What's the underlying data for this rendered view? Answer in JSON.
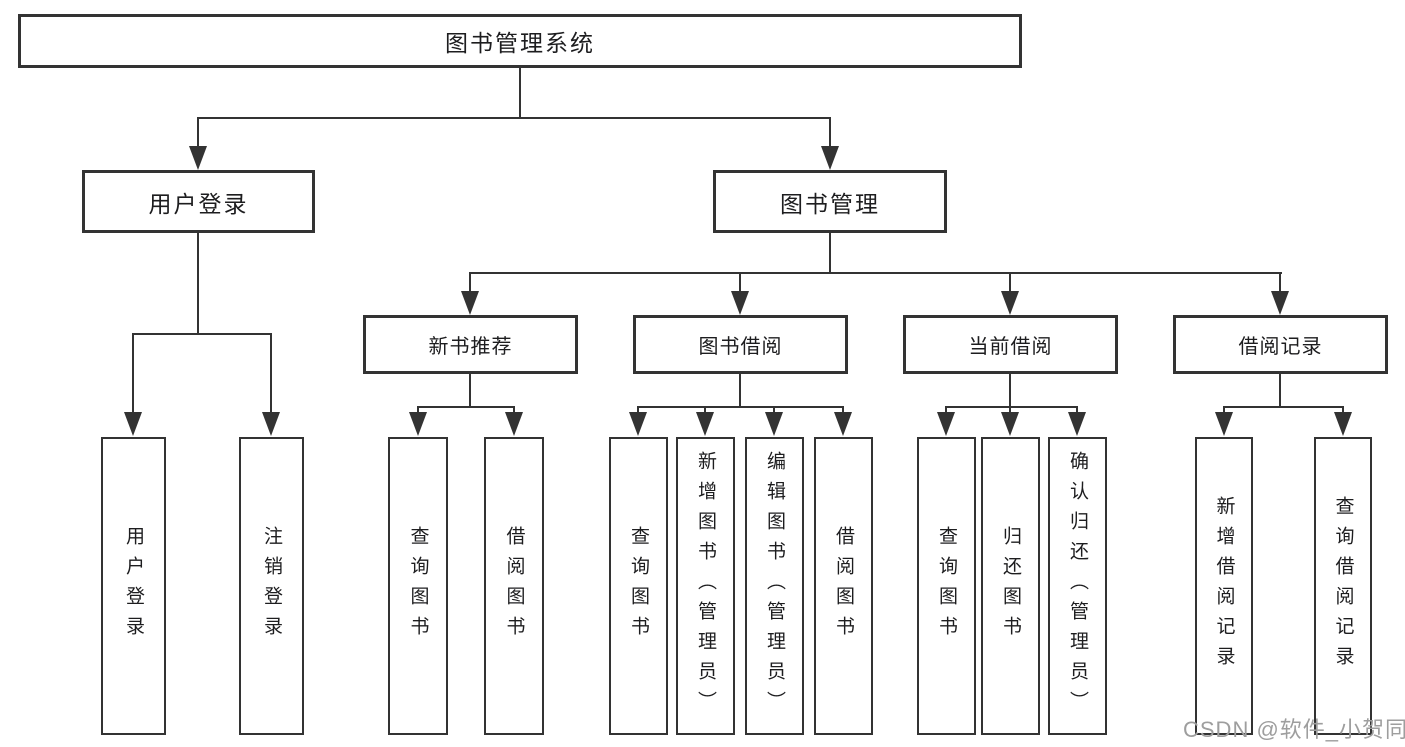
{
  "diagram": {
    "title_node": "图书管理系统",
    "root": {
      "label": "图书管理系统",
      "children": [
        {
          "label": "用户登录",
          "children": [
            {
              "label": "用户登录"
            },
            {
              "label": "注销登录"
            }
          ]
        },
        {
          "label": "图书管理",
          "children": [
            {
              "label": "新书推荐",
              "children": [
                {
                  "label": "查询图书"
                },
                {
                  "label": "借阅图书"
                }
              ]
            },
            {
              "label": "图书借阅",
              "children": [
                {
                  "label": "查询图书"
                },
                {
                  "label": "新增图书（管理员）"
                },
                {
                  "label": "编辑图书（管理员）"
                },
                {
                  "label": "借阅图书"
                }
              ]
            },
            {
              "label": "当前借阅",
              "children": [
                {
                  "label": "查询图书"
                },
                {
                  "label": "归还图书"
                },
                {
                  "label": "确认归还（管理员）"
                }
              ]
            },
            {
              "label": "借阅记录",
              "children": [
                {
                  "label": "新增借阅记录"
                },
                {
                  "label": "查询借阅记录"
                }
              ]
            }
          ]
        }
      ]
    },
    "watermark": "CSDN @软件_小贺同学"
  },
  "colors": {
    "line": "#333333",
    "text": "#1d1d1f",
    "box_bg": "#ffffff",
    "watermark": "#9e9e9e"
  }
}
